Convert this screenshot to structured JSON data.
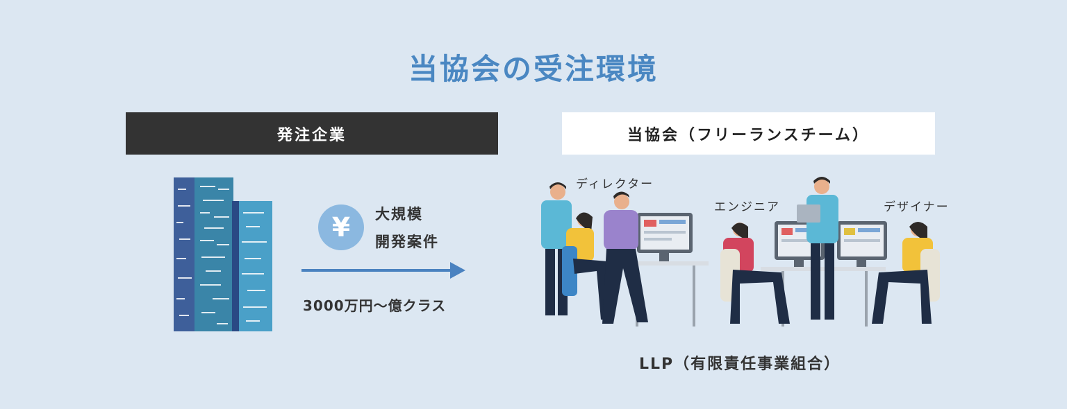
{
  "title": "当協会の受注環境",
  "client_side": {
    "header": "発注企業"
  },
  "order": {
    "currency_symbol": "¥",
    "line1": "大規模",
    "line2": "開発案件",
    "price": "3000万円〜億クラス"
  },
  "team_side": {
    "header": "当協会（フリーランスチーム）",
    "roles": {
      "director": "ディレクター",
      "engineer": "エンジニア",
      "designer": "デザイナー"
    },
    "footer": "LLP（有限責任事業組合）"
  },
  "colors": {
    "background": "#dce7f2",
    "accent": "#4a87c2",
    "dark_header": "#333333",
    "arrow": "#4a82c0"
  }
}
